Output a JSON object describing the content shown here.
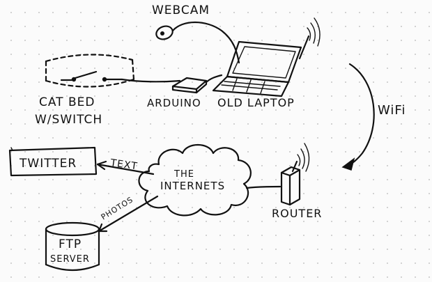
{
  "labels": {
    "webcam": "WEBCAM",
    "cat_bed_line1": "CAT BED",
    "cat_bed_line2": "W/SWITCH",
    "arduino": "ARDUINO",
    "old_laptop": "OLD LAPTOP",
    "wifi": "WiFi",
    "twitter": "TWITTER",
    "text": "TEXT",
    "internets_line1": "THE",
    "internets_line2": "INTERNETS",
    "photos": "PHOTOS",
    "ftp_line1": "FTP",
    "ftp_line2": "SERVER",
    "router": "ROUTER"
  }
}
